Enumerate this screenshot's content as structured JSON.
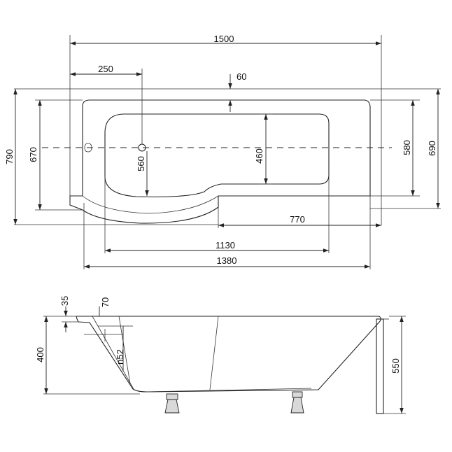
{
  "plan_view": {
    "dimensions": {
      "overall_length": "1500",
      "drain_offset": "250",
      "rim_offset": "60",
      "overall_width": "790",
      "inner_width_left": "670",
      "drain_depth": "560",
      "basin_width": "460",
      "inner_width_right": "580",
      "width_right": "690",
      "straight_section": "770",
      "basin_length": "1130",
      "inner_length": "1380"
    }
  },
  "side_view": {
    "dimensions": {
      "rim_thickness": "35",
      "overflow_offset": "70",
      "overflow_size": "n52",
      "bath_height": "400",
      "overall_height": "550"
    }
  }
}
